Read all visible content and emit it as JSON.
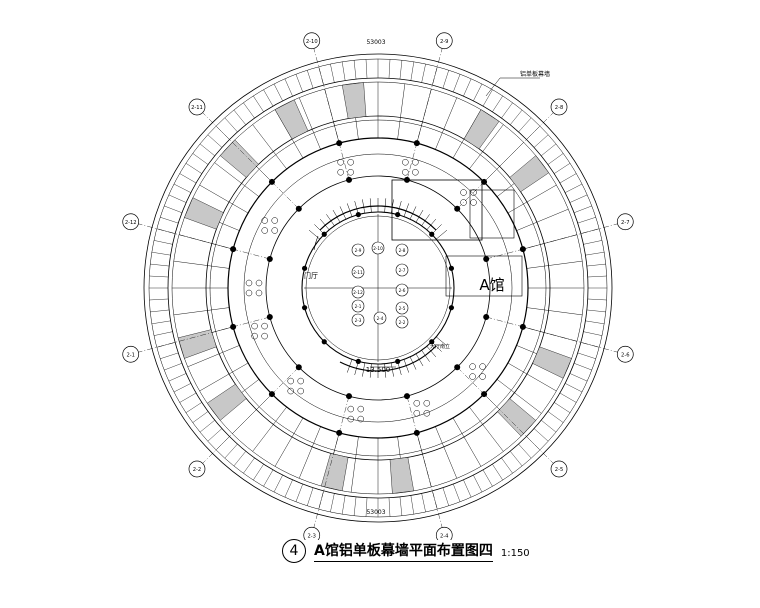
{
  "drawing": {
    "title_number": "4",
    "title": "A馆铝单板幕墙平面布置图四",
    "scale": "1:150",
    "hall_label": "A馆",
    "dim_top": "53003",
    "dim_bottom": "53003",
    "elevation": "13.500",
    "leader_note": "铝单板幕墙",
    "room_label": "门厅",
    "room_note": "大厅南立",
    "axis_labels": [
      "2-10",
      "2-9",
      "2-11",
      "2-8",
      "2-12",
      "2-7",
      "2-1",
      "2-6",
      "2-2",
      "2-5",
      "2-3",
      "2-4"
    ],
    "inner_axis_labels": [
      "2-9",
      "2-10",
      "2-8",
      "2-7",
      "2-6",
      "2-11",
      "2-12",
      "2-5",
      "2-1",
      "2-4",
      "2-2",
      "2-3"
    ]
  }
}
